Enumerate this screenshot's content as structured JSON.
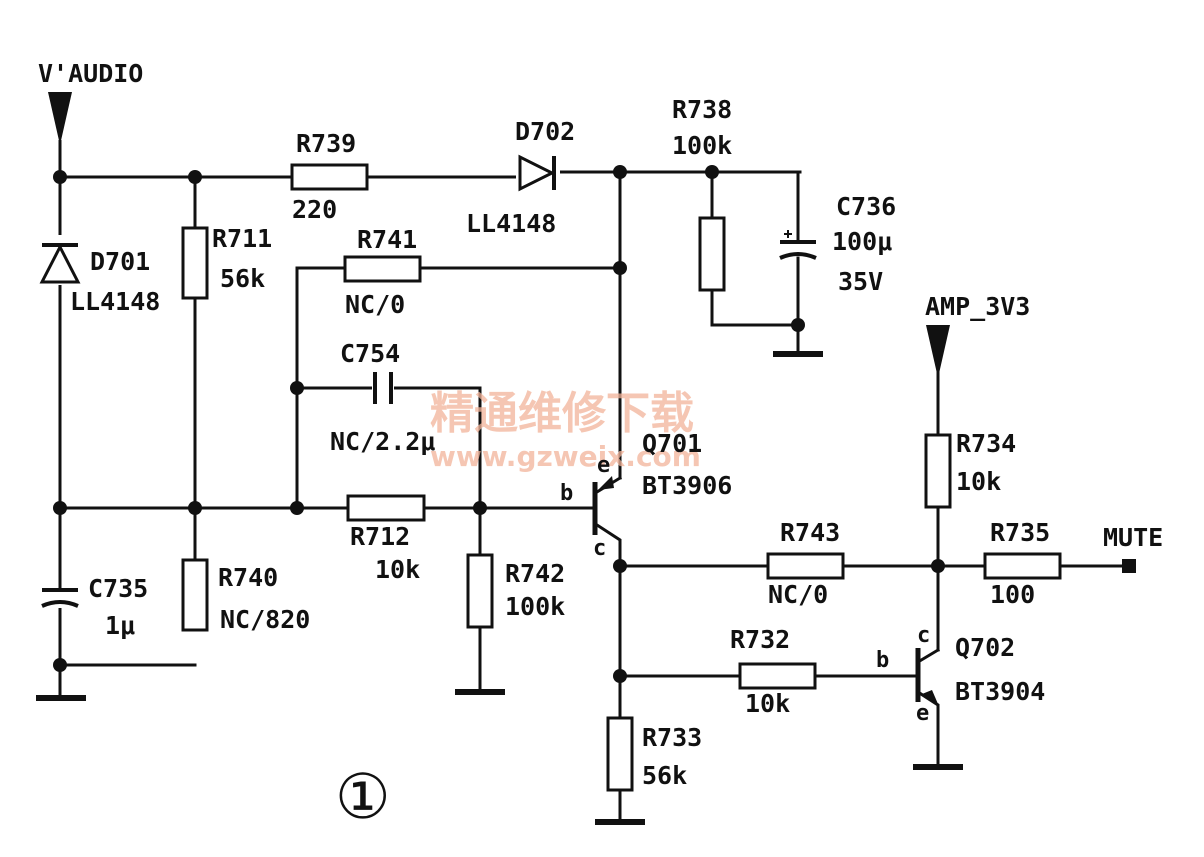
{
  "nets": {
    "v_audio": "V'AUDIO",
    "amp_3v3": "AMP_3V3",
    "mute": "MUTE"
  },
  "components": {
    "D701": {
      "ref": "D701",
      "value": "LL4148"
    },
    "R711": {
      "ref": "R711",
      "value": "56k"
    },
    "R739": {
      "ref": "R739",
      "value": "220"
    },
    "D702": {
      "ref": "D702",
      "value": "LL4148"
    },
    "R738": {
      "ref": "R738",
      "value": "100k"
    },
    "C736": {
      "ref": "C736",
      "value": "100μ",
      "voltage": "35V"
    },
    "R741": {
      "ref": "R741",
      "value": "NC/0"
    },
    "C754": {
      "ref": "C754",
      "value": "NC/2.2μ"
    },
    "Q701": {
      "ref": "Q701",
      "value": "BT3906"
    },
    "R712": {
      "ref": "R712",
      "value": "10k"
    },
    "R742": {
      "ref": "R742",
      "value": "100k"
    },
    "C735": {
      "ref": "C735",
      "value": "1μ"
    },
    "R740": {
      "ref": "R740",
      "value": "NC/820"
    },
    "R743": {
      "ref": "R743",
      "value": "NC/0"
    },
    "R734": {
      "ref": "R734",
      "value": "10k"
    },
    "R735": {
      "ref": "R735",
      "value": "100"
    },
    "R732": {
      "ref": "R732",
      "value": "10k"
    },
    "Q702": {
      "ref": "Q702",
      "value": "BT3904"
    },
    "R733": {
      "ref": "R733",
      "value": "56k"
    }
  },
  "pins": {
    "b": "b",
    "c": "c",
    "e": "e"
  },
  "figure_number": "①",
  "watermark": {
    "cn": "精通维修下载",
    "url": "www.gzweix.com"
  }
}
